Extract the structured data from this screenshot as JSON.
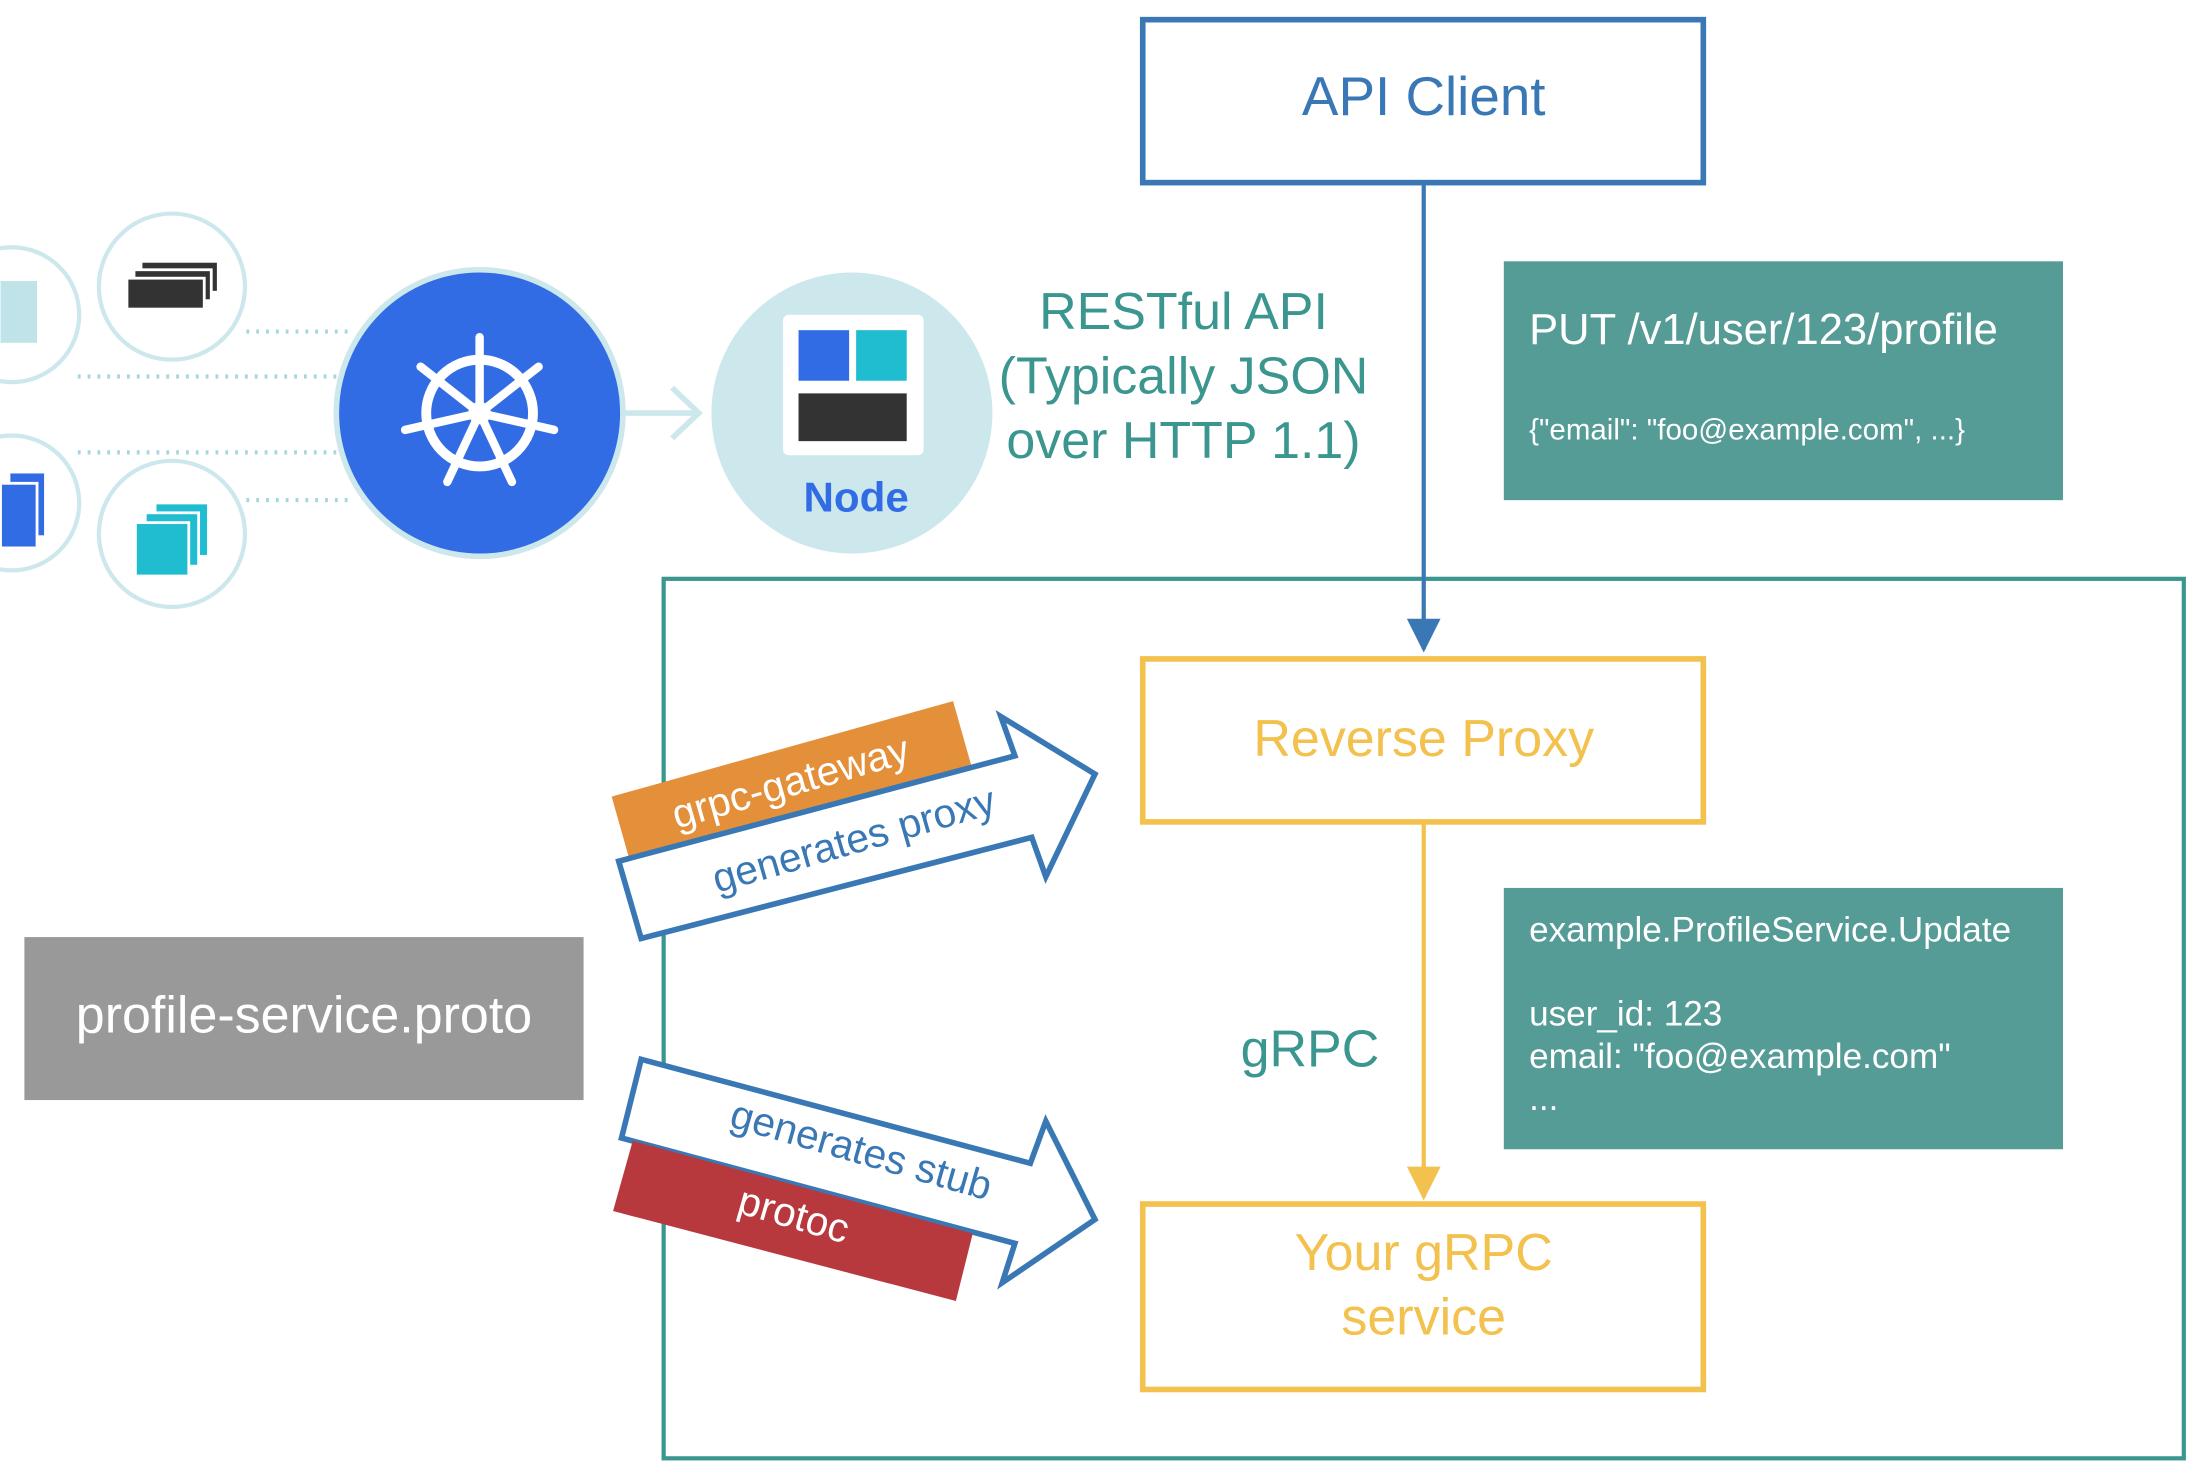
{
  "colors": {
    "blue": "#3a78b5",
    "teal": "#3b9690",
    "teal_box": "#559b96",
    "yellow": "#f2c14e",
    "orange": "#e48f3a",
    "red": "#b7393e",
    "gray": "#999999",
    "k8s_blue": "#326ce5",
    "light_cyan": "#cde8ec"
  },
  "nodes": {
    "api_client": "API Client",
    "reverse_proxy": "Reverse Proxy",
    "grpc_service_line1": "Your gRPC",
    "grpc_service_line2": "service",
    "proto_file": "profile-service.proto"
  },
  "edges": {
    "rest_line1": "RESTful API",
    "rest_line2": "(Typically JSON",
    "rest_line3": "over HTTP 1.1)",
    "grpc": "gRPC"
  },
  "notes": {
    "put_request": {
      "line1": "PUT /v1/user/123/profile",
      "line2": "{\"email\": \"foo@example.com\", ...}"
    },
    "grpc_call": {
      "line1": "example.ProfileService.Update",
      "line2": "user_id: 123",
      "line3": "email: \"foo@example.com\"",
      "line4": "..."
    }
  },
  "tools": {
    "gateway": "grpc-gateway",
    "gateway_action": "generates proxy",
    "protoc": "protoc",
    "protoc_action": "generates stub"
  },
  "k8s_graphic": {
    "icons": [
      "kubernetes-wheel-icon",
      "node-icon",
      "pod-stack-icon"
    ],
    "node_label": "Node"
  }
}
